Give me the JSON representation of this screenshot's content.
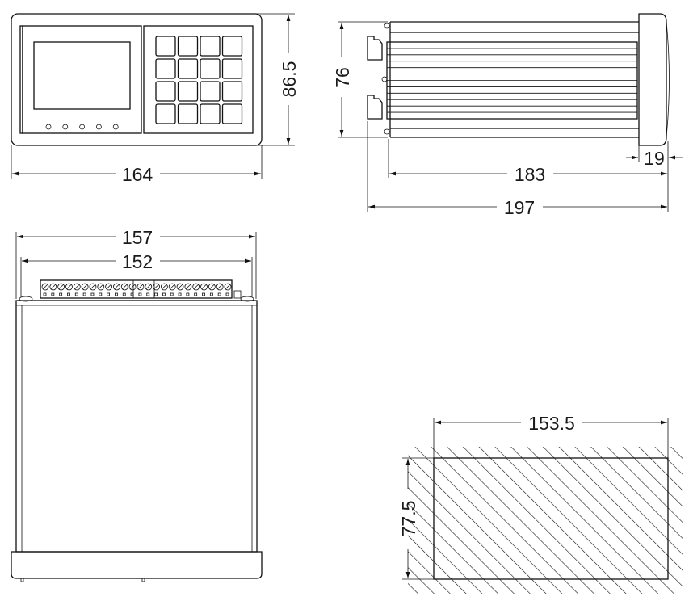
{
  "title": "Instrument dimension drawing",
  "views": {
    "front": {
      "width_label": "164",
      "height_label": "86.5",
      "indicator_count": 5,
      "key_rows": 4,
      "key_cols": 4
    },
    "side": {
      "height_label": "76",
      "body_depth_label": "183",
      "bezel_depth_label": "19",
      "total_depth_label": "197"
    },
    "top": {
      "outer_width_label": "157",
      "inner_width_label": "152",
      "terminal_count": 24
    },
    "cutout": {
      "width_label": "153.5",
      "height_label": "77.5"
    }
  }
}
